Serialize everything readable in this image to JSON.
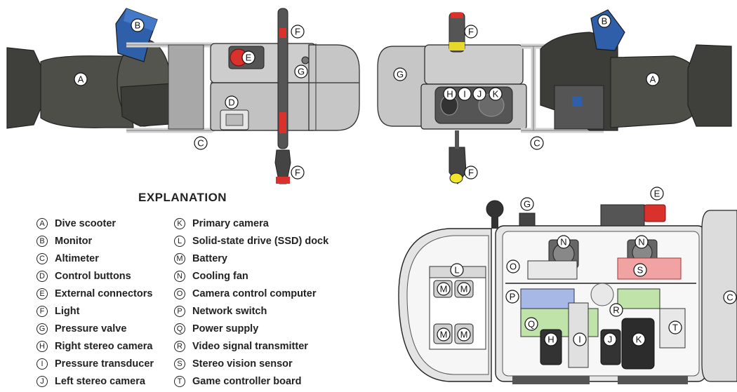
{
  "legend": {
    "title": "EXPLANATION",
    "items": [
      {
        "key": "A",
        "label": "Dive scooter"
      },
      {
        "key": "B",
        "label": "Monitor"
      },
      {
        "key": "C",
        "label": "Altimeter"
      },
      {
        "key": "D",
        "label": "Control buttons"
      },
      {
        "key": "E",
        "label": "External connectors"
      },
      {
        "key": "F",
        "label": "Light"
      },
      {
        "key": "G",
        "label": "Pressure valve"
      },
      {
        "key": "H",
        "label": "Right stereo camera"
      },
      {
        "key": "I",
        "label": "Pressure transducer"
      },
      {
        "key": "J",
        "label": "Left stereo camera"
      },
      {
        "key": "K",
        "label": "Primary camera"
      },
      {
        "key": "L",
        "label": "Solid-state drive (SSD) dock"
      },
      {
        "key": "M",
        "label": "Battery"
      },
      {
        "key": "N",
        "label": "Cooling fan"
      },
      {
        "key": "O",
        "label": "Camera control computer"
      },
      {
        "key": "P",
        "label": "Network switch"
      },
      {
        "key": "Q",
        "label": "Power supply"
      },
      {
        "key": "R",
        "label": "Video signal transmitter"
      },
      {
        "key": "S",
        "label": "Stereo vision sensor"
      },
      {
        "key": "T",
        "label": "Game controller board"
      }
    ]
  },
  "callouts": {
    "A": "A",
    "B": "B",
    "C": "C",
    "D": "D",
    "E": "E",
    "F": "F",
    "G": "G",
    "H": "H",
    "I": "I",
    "J": "J",
    "K": "K",
    "L": "L",
    "M": "M",
    "N": "N",
    "O": "O",
    "P": "P",
    "Q": "Q",
    "R": "R",
    "S": "S",
    "T": "T"
  },
  "colors": {
    "housing": "#cfcfcf",
    "housing_dark": "#a9a9a9",
    "scooter": "#4a4a45",
    "monitor": "#2f5fa8",
    "connector": "#d9312b",
    "light_yellow": "#f2e62a",
    "board_green": "#bfe3a8",
    "board_blue": "#a7b7e6",
    "board_pink": "#f1a3a3",
    "outline": "#222222"
  }
}
